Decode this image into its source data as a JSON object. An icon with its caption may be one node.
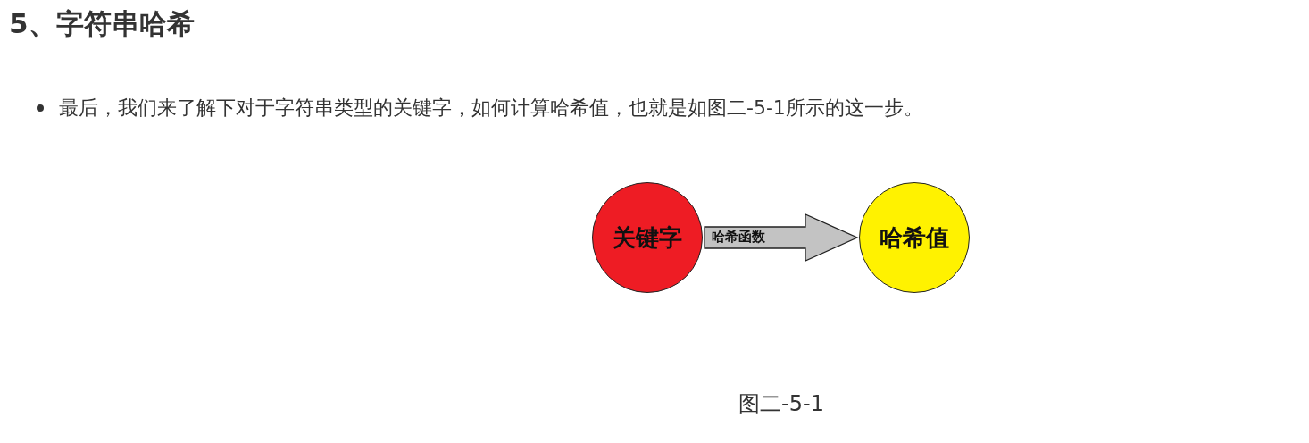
{
  "diagram": {
    "title": "5、字符串哈希",
    "caption": "图二-5-1",
    "nodes": [
      {
        "text": [
          "关键字"
        ]
      },
      {
        "text": [
          "哈希值"
        ]
      }
    ],
    "edges": [
      {
        "from": 0,
        "to": 1,
        "arrow": "to",
        "label": "哈希函数"
      }
    ],
    "labels": [
      "最后，我们来了解下对于字符串类型的关键字，如何计算哈希值，也就是如图二-5-1所示的这一步。"
    ]
  }
}
